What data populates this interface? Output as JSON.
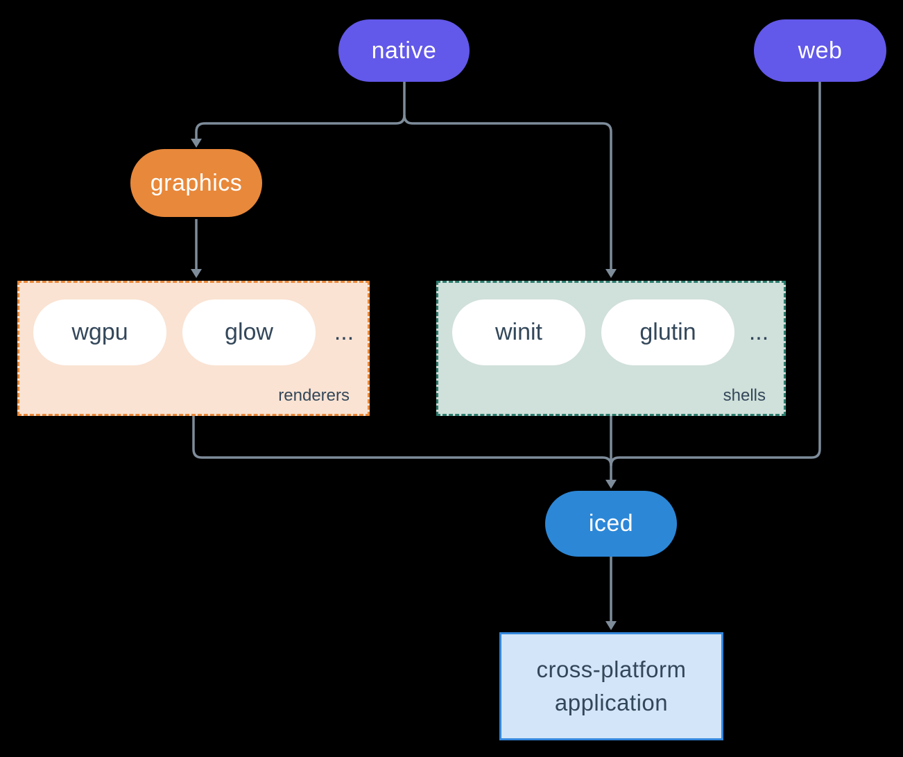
{
  "diagram": {
    "background": "#000000",
    "edge_color": "#7e8c9a",
    "item_text_color": "#33475a",
    "nodes": {
      "native": {
        "label": "native",
        "fill": "#6258e9",
        "text_color": "#ffffff"
      },
      "web": {
        "label": "web",
        "fill": "#6258e9",
        "text_color": "#ffffff"
      },
      "graphics": {
        "label": "graphics",
        "fill": "#e8883a",
        "text_color": "#ffffff"
      },
      "iced": {
        "label": "iced",
        "fill": "#2c87d7",
        "text_color": "#ffffff"
      },
      "application": {
        "label": "cross-platform application",
        "fill": "#d3e5f8",
        "border": "#3487db",
        "text_color": "#33475a"
      }
    },
    "groups": {
      "renderers": {
        "label": "renderers",
        "items": [
          "wgpu",
          "glow"
        ],
        "ellipsis": "...",
        "fill": "#fae3d3",
        "border": "#e8883a"
      },
      "shells": {
        "label": "shells",
        "items": [
          "winit",
          "glutin"
        ],
        "ellipsis": "...",
        "fill": "#d0e0da",
        "border": "#2d7d6e"
      }
    },
    "edges": [
      "native -> graphics",
      "native -> shells",
      "graphics -> renderers",
      "renderers -> iced",
      "shells -> iced",
      "web -> iced",
      "iced -> application"
    ]
  }
}
